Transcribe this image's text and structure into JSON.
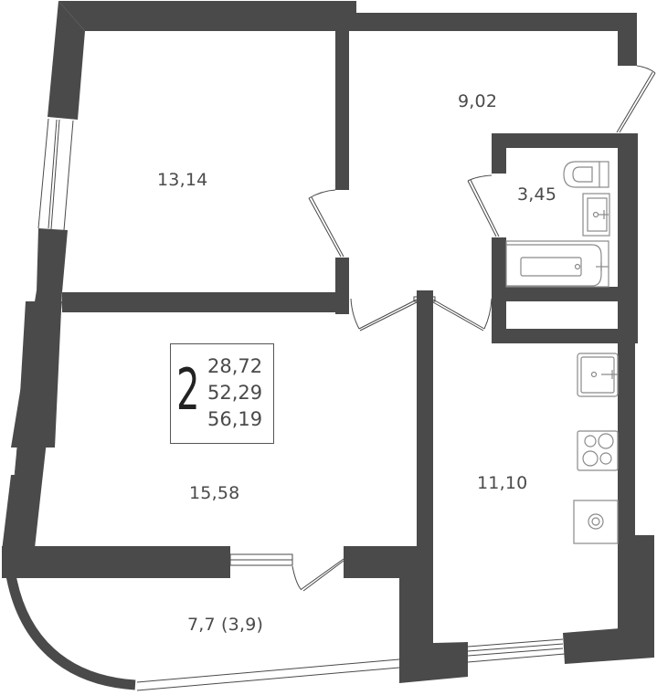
{
  "plan": {
    "type": "apartment-floor-plan",
    "wall_color": "#4a4a4a",
    "fixture_color": "#8a8a8a"
  },
  "summary": {
    "rooms": "2",
    "living_area": "28,72",
    "total_area": "52,29",
    "total_area_with_balcony": "56,19"
  },
  "rooms": [
    {
      "id": "bedroom",
      "area": "13,14"
    },
    {
      "id": "hall",
      "area": "9,02"
    },
    {
      "id": "bathroom",
      "area": "3,45"
    },
    {
      "id": "living-room",
      "area": "15,58"
    },
    {
      "id": "kitchen",
      "area": "11,10"
    },
    {
      "id": "balcony",
      "area": "7,7 (3,9)"
    }
  ]
}
